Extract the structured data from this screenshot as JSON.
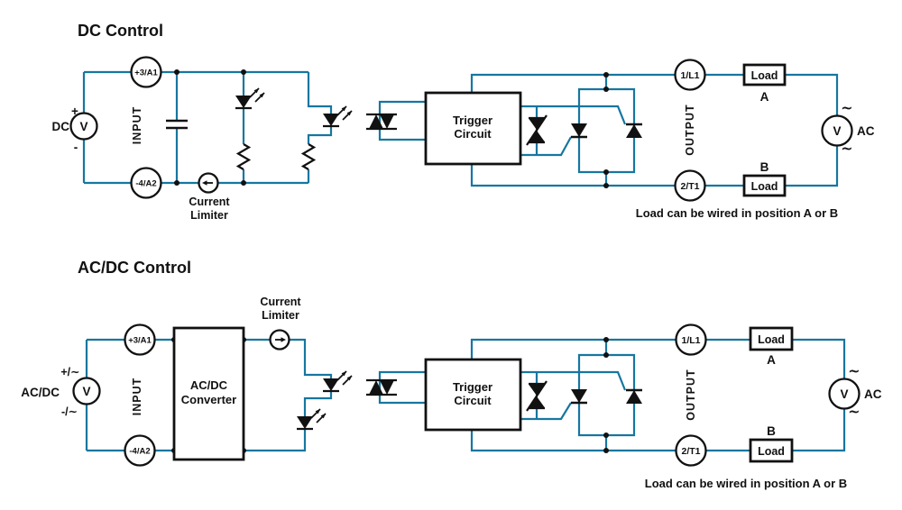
{
  "colors": {
    "wire": "#1776a0",
    "component": "#111111",
    "background": "#ffffff"
  },
  "dc": {
    "title": "DC Control",
    "source": {
      "label": "DC",
      "meter": "V",
      "plus": "+",
      "minus": "-"
    },
    "input_label": "INPUT",
    "terminal_top": "+3/A1",
    "terminal_bottom": "-4/A2",
    "current_limiter": {
      "line1": "Current",
      "line2": "Limiter"
    },
    "trigger": {
      "line1": "Trigger",
      "line2": "Circuit"
    },
    "output_label": "OUTPUT",
    "terminal_out_top": "1/L1",
    "terminal_out_bottom": "2/T1",
    "load_a": {
      "box": "Load",
      "pos": "A"
    },
    "load_b": {
      "box": "Load",
      "pos": "B"
    },
    "ac_source": {
      "meter": "V",
      "label": "AC",
      "wave_top": "∼",
      "wave_bottom": "∼"
    },
    "caption": "Load can be wired in position A or B"
  },
  "acdc": {
    "title": "AC/DC Control",
    "source": {
      "label": "AC/DC",
      "meter": "V",
      "plus": "+/∼",
      "minus": "-/∼"
    },
    "input_label": "INPUT",
    "terminal_top": "+3/A1",
    "terminal_bottom": "-4/A2",
    "converter": {
      "line1": "AC/DC",
      "line2": "Converter"
    },
    "current_limiter": {
      "line1": "Current",
      "line2": "Limiter"
    },
    "trigger": {
      "line1": "Trigger",
      "line2": "Circuit"
    },
    "output_label": "OUTPUT",
    "terminal_out_top": "1/L1",
    "terminal_out_bottom": "2/T1",
    "load_a": {
      "box": "Load",
      "pos": "A"
    },
    "load_b": {
      "box": "Load",
      "pos": "B"
    },
    "ac_source": {
      "meter": "V",
      "label": "AC",
      "wave_top": "∼",
      "wave_bottom": "∼"
    },
    "caption": "Load can be wired in position A or B"
  }
}
